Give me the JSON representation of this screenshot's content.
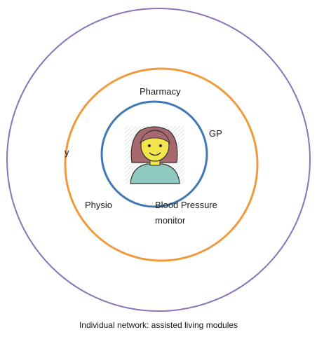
{
  "diagram": {
    "rings": [
      {
        "name": "outer",
        "color": "#8a73b8"
      },
      {
        "name": "middle",
        "color": "#ef9a3c"
      },
      {
        "name": "inner",
        "color": "#3f78b5"
      }
    ],
    "labels": {
      "pharmacy": "Pharmacy",
      "gp": "GP",
      "fragment": "y",
      "physio": "Physio",
      "blood_pressure": "Blood Pressure",
      "monitor": "monitor"
    },
    "center_icon": "person-avatar-icon",
    "colors": {
      "skin": "#f2e64e",
      "hair": "#a8696e",
      "shirt": "#8fc9c0",
      "outline": "#333333",
      "hatch": "#d9d9d9"
    }
  },
  "caption": "Individual network: assisted living modules"
}
